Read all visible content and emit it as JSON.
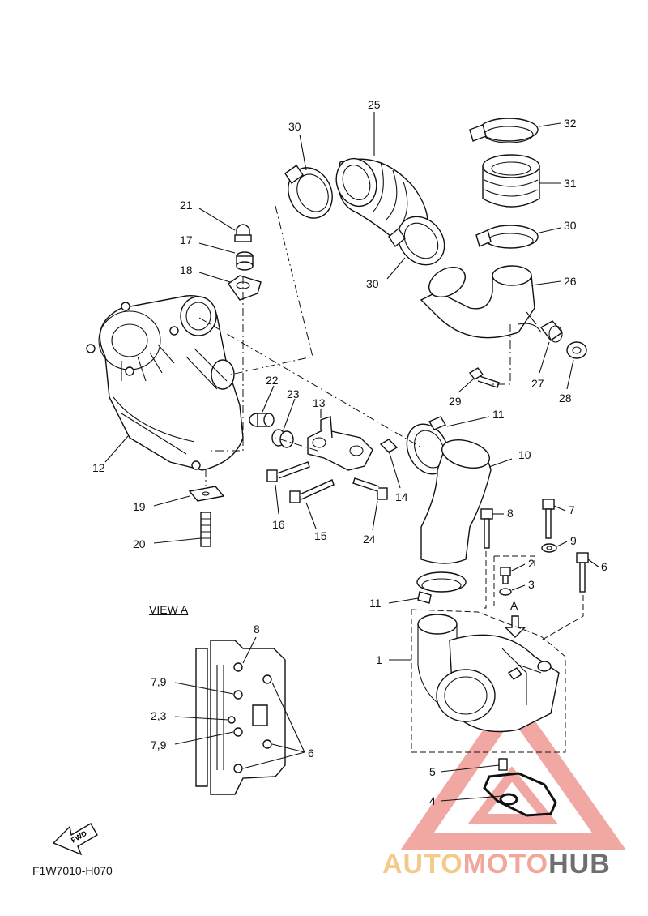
{
  "diagram": {
    "view_label": "VIEW A",
    "figure_code": "F1W7010-H070",
    "direction_label": "FWD",
    "arrow_letter": "A",
    "watermark": {
      "part1": "AUTO",
      "part2": "MOTO",
      "part3": "HUB",
      "colors": {
        "auto": "#f5c98a",
        "moto": "#f2a79a",
        "hub": "#6f6f6f",
        "triangle": "#ee8b84"
      }
    },
    "callouts": [
      {
        "id": "c-32",
        "text": "32"
      },
      {
        "id": "c-25",
        "text": "25"
      },
      {
        "id": "c-30a",
        "text": "30"
      },
      {
        "id": "c-31",
        "text": "31"
      },
      {
        "id": "c-30b",
        "text": "30"
      },
      {
        "id": "c-30c",
        "text": "30"
      },
      {
        "id": "c-26",
        "text": "26"
      },
      {
        "id": "c-21",
        "text": "21"
      },
      {
        "id": "c-17",
        "text": "17"
      },
      {
        "id": "c-18",
        "text": "18"
      },
      {
        "id": "c-27",
        "text": "27"
      },
      {
        "id": "c-28",
        "text": "28"
      },
      {
        "id": "c-29",
        "text": "29"
      },
      {
        "id": "c-22",
        "text": "22"
      },
      {
        "id": "c-23",
        "text": "23"
      },
      {
        "id": "c-13",
        "text": "13"
      },
      {
        "id": "c-11a",
        "text": "11"
      },
      {
        "id": "c-10",
        "text": "10"
      },
      {
        "id": "c-12",
        "text": "12"
      },
      {
        "id": "c-14",
        "text": "14"
      },
      {
        "id": "c-19",
        "text": "19"
      },
      {
        "id": "c-16",
        "text": "16"
      },
      {
        "id": "c-15",
        "text": "15"
      },
      {
        "id": "c-24",
        "text": "24"
      },
      {
        "id": "c-20",
        "text": "20"
      },
      {
        "id": "c-8a",
        "text": "8"
      },
      {
        "id": "c-7",
        "text": "7"
      },
      {
        "id": "c-9",
        "text": "9"
      },
      {
        "id": "c-2",
        "text": "2"
      },
      {
        "id": "c-6a",
        "text": "6"
      },
      {
        "id": "c-3",
        "text": "3"
      },
      {
        "id": "c-11b",
        "text": "11"
      },
      {
        "id": "c-1",
        "text": "1"
      },
      {
        "id": "c-5",
        "text": "5"
      },
      {
        "id": "c-4",
        "text": "4"
      },
      {
        "id": "c-8b",
        "text": "8"
      },
      {
        "id": "c-79a",
        "text": "7,9"
      },
      {
        "id": "c-23b",
        "text": "2,3"
      },
      {
        "id": "c-79b",
        "text": "7,9"
      },
      {
        "id": "c-6b",
        "text": "6"
      }
    ]
  }
}
